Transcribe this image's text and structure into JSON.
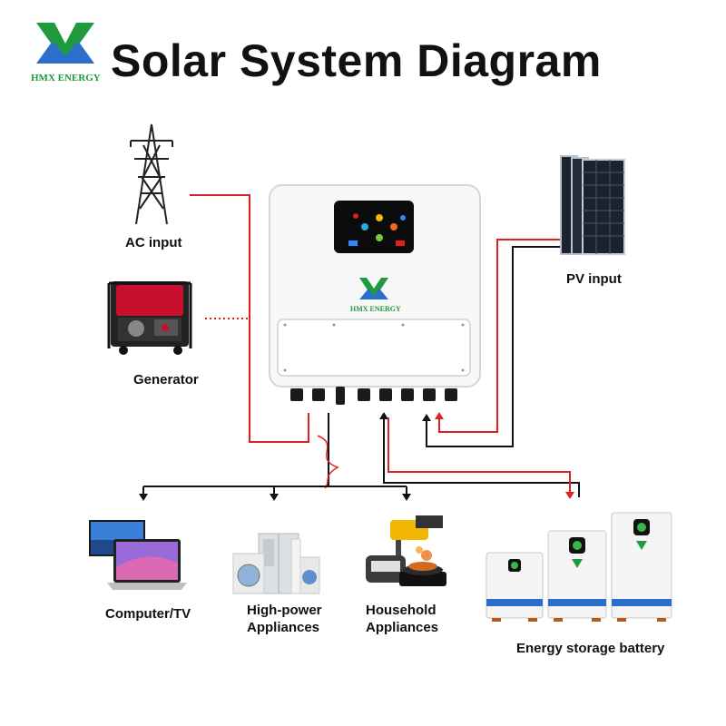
{
  "header": {
    "title": "Solar System Diagram",
    "brand": "HMX ENERGY"
  },
  "inverter": {
    "brand": "HMX ENERGY"
  },
  "labels": {
    "ac_input": "AC input",
    "generator": "Generator",
    "pv_input": "PV input",
    "computer_tv": "Computer/TV",
    "high_power_line1": "High-power",
    "high_power_line2": "Appliances",
    "household_line1": "Household",
    "household_line2": "Appliances",
    "battery": "Energy storage battery"
  },
  "colors": {
    "brand_green": "#1f9a3c",
    "brand_blue": "#2a6fc9",
    "ac_wire": "#e02020",
    "dc_wire_neg": "#111111"
  },
  "icons": [
    "transmission-tower-icon",
    "generator-icon",
    "solar-panel-icon",
    "computer-tv-icon",
    "appliances-icon",
    "household-appliances-icon",
    "battery-stack-icon",
    "inverter-icon",
    "hmx-logo-icon"
  ]
}
